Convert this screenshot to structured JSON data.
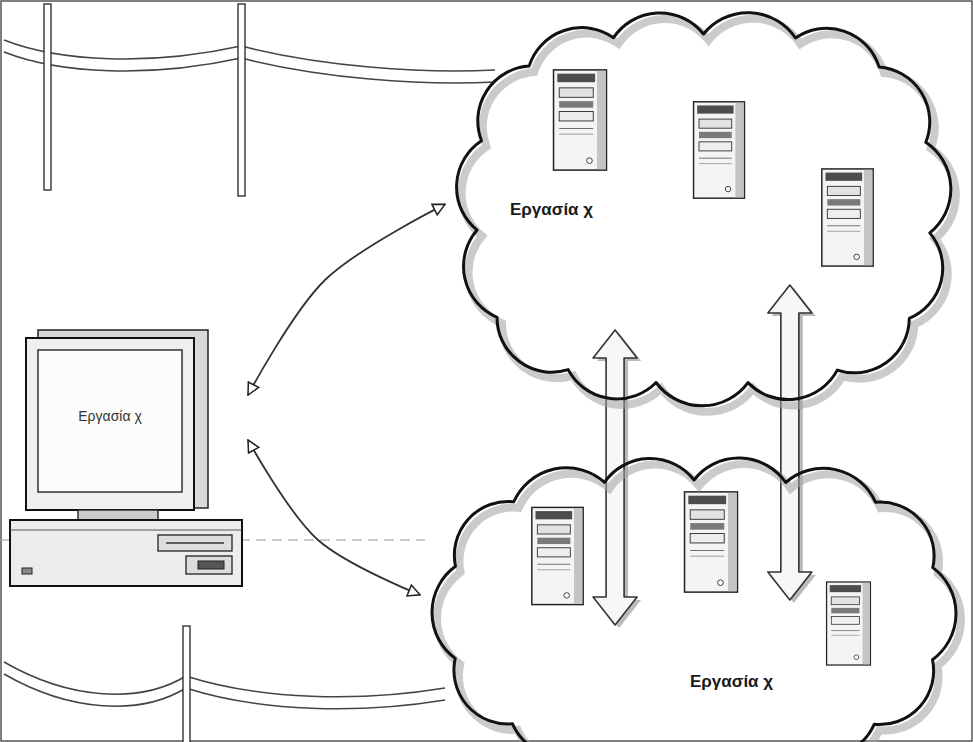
{
  "diagram": {
    "nodes": [
      {
        "text": [
          "Εργασία χ"
        ]
      },
      {
        "text": [
          "Εργασία χ"
        ]
      },
      {
        "text": [
          "Εργασία χ"
        ]
      }
    ],
    "edges": [
      {
        "from": 0,
        "to": 1,
        "arrow": "both"
      },
      {
        "from": 0,
        "to": 2,
        "arrow": "both"
      },
      {
        "from": 1,
        "to": 2,
        "arrow": "both"
      },
      {
        "from": 1,
        "to": 2,
        "arrow": "both"
      }
    ]
  }
}
